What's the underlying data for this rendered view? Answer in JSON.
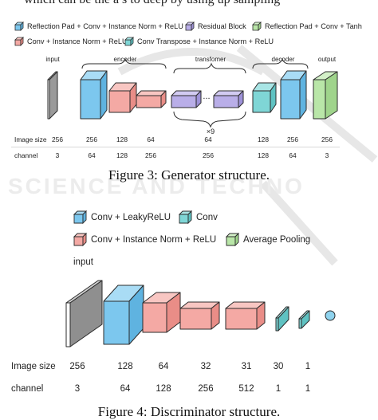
{
  "top_text": "which can be the a s to deep by using up sampling",
  "colors": {
    "blue": "#7cc7ee",
    "purple": "#b9aee8",
    "green_light": "#b9e6a8",
    "red_light": "#f4a9a4",
    "teal": "#7fd6d6",
    "stroke": "#2b2b2b"
  },
  "gen": {
    "legend": [
      {
        "label": "Reflection Pad + Conv + Instance Norm + ReLU",
        "icon": "blue-cube-icon"
      },
      {
        "label": "Residual Block",
        "icon": "purple-cube-icon"
      },
      {
        "label": "Reflection Pad + Conv + Tanh",
        "icon": "green-cube-icon"
      },
      {
        "label": "Conv + Instance Norm + ReLU",
        "icon": "red-cube-icon"
      },
      {
        "label": "Conv Transpose + Instance Norm + ReLU",
        "icon": "teal-cube-icon"
      }
    ],
    "section_labels": {
      "input": "input",
      "encoder": "encoder",
      "transformer": "transfomer",
      "decoder": "decoder",
      "output": "output",
      "dots": "...",
      "repeat": "×9"
    },
    "row_labels": {
      "image_size": "Image size",
      "channel": "channel"
    },
    "image_size": [
      "256",
      "256",
      "128",
      "64",
      "64",
      "128",
      "256",
      "256"
    ],
    "channel": [
      "3",
      "64",
      "128",
      "256",
      "256",
      "128",
      "64",
      "3"
    ],
    "caption": "Figure 3: Generator structure."
  },
  "disc": {
    "legend": [
      {
        "label": "Conv + LeakyReLU",
        "icon": "blue-cube-icon"
      },
      {
        "label": "Conv",
        "icon": "teal-cube-icon"
      },
      {
        "label": "Conv + Instance Norm + ReLU",
        "icon": "red-cube-icon"
      },
      {
        "label": "Average Pooling",
        "icon": "green-cube-icon"
      }
    ],
    "input_label": "input",
    "row_labels": {
      "image_size": "Image size",
      "channel": "channel"
    },
    "image_size": [
      "256",
      "128",
      "64",
      "32",
      "31",
      "30",
      "1"
    ],
    "channel": [
      "3",
      "64",
      "128",
      "256",
      "512",
      "1",
      "1"
    ],
    "caption": "Figure 4: Discriminator structure."
  },
  "watermark": "SCIENCE AND TECHNO"
}
